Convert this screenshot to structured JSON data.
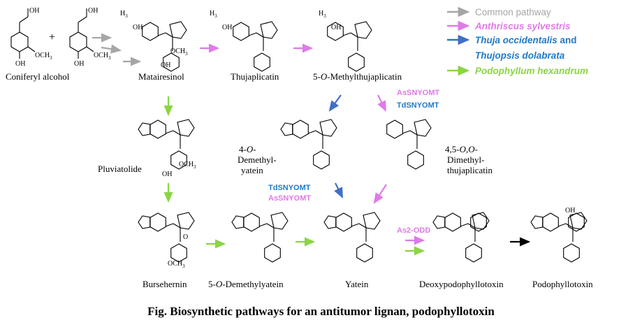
{
  "colors": {
    "common": "#a6a6a6",
    "anthriscus": "#e07ae8",
    "thuja": "#1f7ac8",
    "podophyllum": "#8cd446",
    "black": "#000000"
  },
  "legend": [
    {
      "label_main": "Common pathway",
      "label_extra": "",
      "color": "#a6a6a6",
      "italic": false
    },
    {
      "label_main": "Anthriscus sylvestris",
      "label_extra": "",
      "color": "#e07ae8",
      "italic": true
    },
    {
      "label_main": "Thuja occidentalis",
      "label_extra": " and",
      "color": "#1f7ac8",
      "italic": true
    },
    {
      "label_main": "Thujopsis dolabrata",
      "label_extra": "",
      "color": "#1f7ac8",
      "italic": true
    },
    {
      "label_main": "Podophyllum hexandrum",
      "label_extra": "",
      "color": "#8cd446",
      "italic": true
    }
  ],
  "compounds": {
    "coniferyl": "Coniferyl  alcohol",
    "matairesinol": "Matairesinol",
    "thujaplicatin": "Thujaplicatin",
    "methylthujaplicatin_a": "5-",
    "methylthujaplicatin_b": "O",
    "methylthujaplicatin_c": "-Methylthujaplicatin",
    "pluviatolide": "Pluviatolide",
    "demethylyatein4_l1a": "4-",
    "demethylyatein4_l1b": "O",
    "demethylyatein4_l1c": "-",
    "demethylyatein4_l2": "Demethyl-",
    "demethylyatein4_l3": "yatein",
    "dimethyl_l1a": "4,5-",
    "dimethyl_l1b": "O,O",
    "dimethyl_l1c": "-",
    "dimethyl_l2": "Dimethyl-",
    "dimethyl_l3": "thujaplicatin",
    "bursehernin": "Bursehernin",
    "demethylyatein5_a": "5-",
    "demethylyatein5_b": "O",
    "demethylyatein5_c": "-Demethylyatein",
    "yatein": "Yatein",
    "deoxypodophyllotoxin": "Deoxypodophyllotoxin",
    "podophyllotoxin": "Podophyllotoxin"
  },
  "enzymes": {
    "as_snyomt": "AsSNYOMT",
    "td_snyomt": "TdSNYOMT",
    "as2_odd": "As2-ODD"
  },
  "atoms": {
    "oh": "OH",
    "och3": "OCH",
    "h3co": "H",
    "o": "O",
    "plus": "+"
  },
  "caption": "Fig. Biosynthetic pathways for an antitumor lignan, podophyllotoxin"
}
